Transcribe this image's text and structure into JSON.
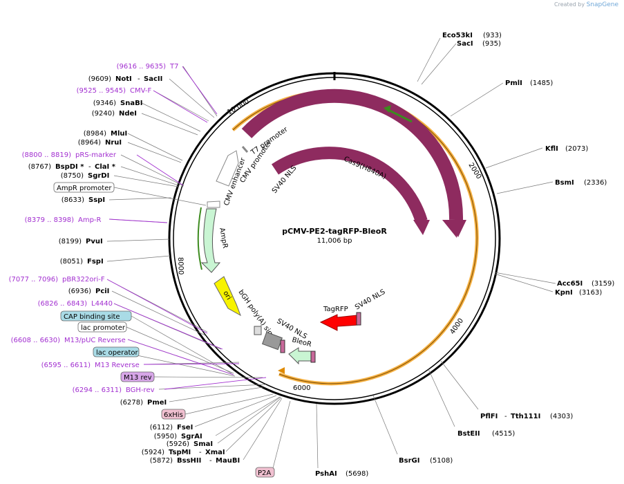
{
  "watermark": {
    "prefix": "Created by",
    "brand": "SnapGene"
  },
  "plasmid": {
    "name": "pCMV-PE2-tagRFP-BleoR",
    "size": "11,006 bp"
  },
  "ticks": [
    "2000",
    "4000",
    "6000",
    "8000",
    "10,000"
  ],
  "features": {
    "cas9": "Cas9",
    "cas9_h840a": "Cas9(H840A)",
    "sv40_nls_1": "SV40 NLS",
    "t7_promoter": "T7 promoter",
    "cmv_promoter": "CMV promoter",
    "cmv_enhancer": "CMV enhancer",
    "ampr": "AmpR",
    "ori": "ori",
    "bgh": "bGH poly(A) signal",
    "sv40_nls_2": "SV40 NLS",
    "bleor": "BleoR",
    "tagrfp": "TagRFP",
    "sv40_nls_3": "SV40 NLS"
  },
  "left_labels": [
    {
      "pos": "(9616 .. 9635)",
      "name": "T7",
      "kind": "primer"
    },
    {
      "pos": "(9609)",
      "name": "NotI",
      "name2": "SacII",
      "kind": "enzyme"
    },
    {
      "pos": "(9525 .. 9545)",
      "name": "CMV-F",
      "kind": "primer"
    },
    {
      "pos": "(9346)",
      "name": "SnaBI",
      "kind": "enzyme"
    },
    {
      "pos": "(9240)",
      "name": "NdeI",
      "kind": "enzyme"
    },
    {
      "pos": "(8984)",
      "name": "MluI",
      "kind": "enzyme"
    },
    {
      "pos": "(8964)",
      "name": "NruI",
      "kind": "enzyme"
    },
    {
      "pos": "(8800 .. 8819)",
      "name": "pRS-marker",
      "kind": "primer"
    },
    {
      "pos": "(8767)",
      "name": "BspDI *",
      "name2": "ClaI *",
      "kind": "enzyme"
    },
    {
      "pos": "(8750)",
      "name": "SgrDI",
      "kind": "enzyme"
    },
    {
      "pos": "",
      "name": "AmpR promoter",
      "kind": "box-white"
    },
    {
      "pos": "(8633)",
      "name": "SspI",
      "kind": "enzyme"
    },
    {
      "pos": "(8379 .. 8398)",
      "name": "Amp-R",
      "kind": "primer"
    },
    {
      "pos": "(8199)",
      "name": "PvuI",
      "kind": "enzyme"
    },
    {
      "pos": "(8051)",
      "name": "FspI",
      "kind": "enzyme"
    },
    {
      "pos": "(7077 .. 7096)",
      "name": "pBR322ori-F",
      "kind": "primer"
    },
    {
      "pos": "(6936)",
      "name": "PciI",
      "kind": "enzyme"
    },
    {
      "pos": "(6826 .. 6843)",
      "name": "L4440",
      "kind": "primer"
    },
    {
      "pos": "",
      "name": "CAP binding site",
      "kind": "box-blue"
    },
    {
      "pos": "",
      "name": "lac promoter",
      "kind": "box-white"
    },
    {
      "pos": "(6608 .. 6630)",
      "name": "M13/pUC Reverse",
      "kind": "primer"
    },
    {
      "pos": "",
      "name": "lac operator",
      "kind": "box-blue"
    },
    {
      "pos": "(6595 .. 6611)",
      "name": "M13 Reverse",
      "kind": "primer"
    },
    {
      "pos": "",
      "name": "M13 rev",
      "kind": "box-purple"
    },
    {
      "pos": "(6294 .. 6311)",
      "name": "BGH-rev",
      "kind": "primer"
    },
    {
      "pos": "(6278)",
      "name": "PmeI",
      "kind": "enzyme"
    },
    {
      "pos": "",
      "name": "6xHis",
      "kind": "box-pink"
    },
    {
      "pos": "(6112)",
      "name": "FseI",
      "kind": "enzyme"
    },
    {
      "pos": "(5950)",
      "name": "SgrAI",
      "kind": "enzyme"
    },
    {
      "pos": "(5926)",
      "name": "SmaI",
      "kind": "enzyme"
    },
    {
      "pos": "(5924)",
      "name": "TspMI",
      "name2": "XmaI",
      "kind": "enzyme"
    },
    {
      "pos": "(5872)",
      "name": "BssHII",
      "name2": "MauBI",
      "kind": "enzyme"
    }
  ],
  "right_labels": [
    {
      "name": "Eco53kI",
      "pos": "(933)"
    },
    {
      "name": "SacI",
      "pos": "(935)"
    },
    {
      "name": "PmlI",
      "pos": "(1485)"
    },
    {
      "name": "KflI",
      "pos": "(2073)"
    },
    {
      "name": "BsmI",
      "pos": "(2336)"
    },
    {
      "name": "Acc65I",
      "pos": "(3159)"
    },
    {
      "name": "KpnI",
      "pos": "(3163)"
    },
    {
      "name": "PflFI",
      "name2": "Tth111I",
      "pos": "(4303)"
    },
    {
      "name": "BstEII",
      "pos": "(4515)"
    },
    {
      "name": "BsrGI",
      "pos": "(5108)"
    },
    {
      "name": "PshAI",
      "pos": "(5698)"
    }
  ],
  "bottom_labels": [
    {
      "name": "P2A",
      "kind": "box-pink"
    }
  ],
  "colors": {
    "backbone": "#000000",
    "orange_track": "#f5b041",
    "cas9": "#8e2b5f",
    "ampr": "#c9f5d3",
    "ori": "#f7f300",
    "tagrfp": "#ff0000",
    "nls": "#c8689a",
    "primer": "#a22fd0",
    "box_blue": "#a9dbe6",
    "box_purple": "#d7a6e8",
    "box_pink": "#f0c0d0",
    "grey": "#999999"
  }
}
